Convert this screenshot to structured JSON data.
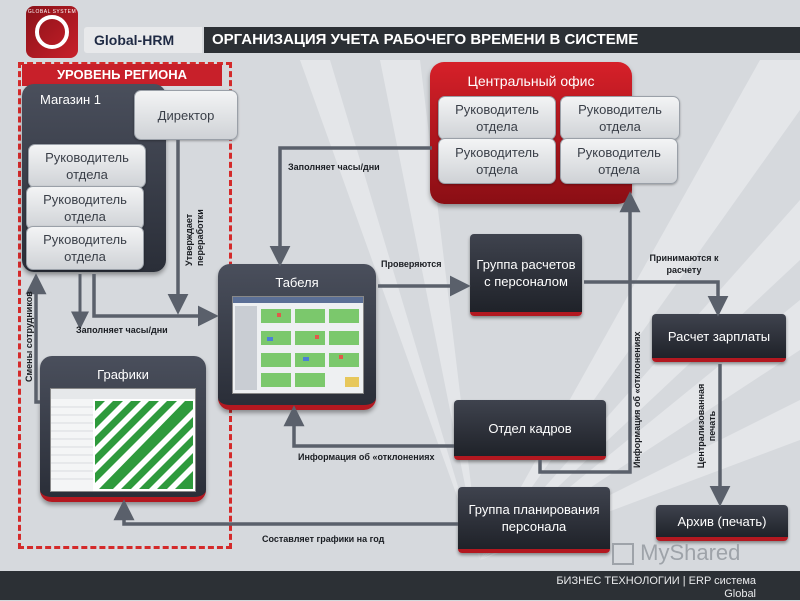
{
  "header": {
    "logo_text": "GLOBAL SYSTEM",
    "brand": "Global-HRM",
    "title": "ОРГАНИЗАЦИЯ УЧЕТА РАБОЧЕГО ВРЕМЕНИ В СИСТЕМЕ"
  },
  "region": {
    "label": "УРОВЕНЬ РЕГИОНА",
    "store_title": "Магазин 1",
    "director": "Директор",
    "dept_heads": [
      "Руководитель отдела",
      "Руководитель отдела",
      "Руководитель отдела"
    ],
    "schedules_title": "Графики"
  },
  "central_office": {
    "title": "Центральный офис",
    "dept_heads": [
      "Руководитель отдела",
      "Руководитель отдела",
      "Руководитель отдела",
      "Руководитель отдела"
    ]
  },
  "nodes": {
    "timesheet": "Табеля",
    "payroll_group": "Группа расчетов с персоналом",
    "salary_calc": "Расчет зарплаты",
    "hr_dept": "Отдел кадров",
    "planning_group": "Группа планирования персонала",
    "archive": "Архив (печать)"
  },
  "labels": {
    "fills_hours_top": "Заполняет часы/дни",
    "fills_hours_bottom": "Заполняет часы/дни",
    "approves_overtime": "Утверждает переработки",
    "employee_shifts": "Смены сотрудников",
    "checked": "Проверяются",
    "accepted": "Принимаются к расчету",
    "deviation_info_v": "Информация об «отклонениях",
    "deviation_info_h": "Информация об «отклонениях",
    "central_print": "Централизованная печать",
    "makes_schedules": "Составляет графики на год"
  },
  "footer": {
    "line1": "БИЗНЕС ТЕХНОЛОГИИ | ERP система",
    "line2": "Global"
  },
  "watermark": "MyShared",
  "colors": {
    "accent_red": "#c8202a",
    "dark": "#2c3035",
    "arrow": "#5a606b"
  }
}
